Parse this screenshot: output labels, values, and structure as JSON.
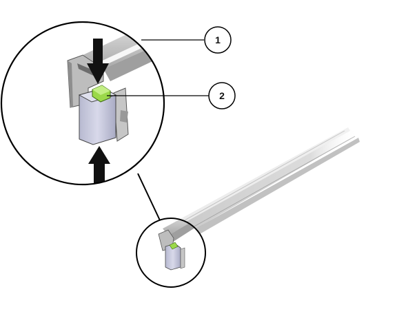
{
  "figure": {
    "description_type": "technical illustration",
    "callouts": [
      {
        "id": "callout-1",
        "label": "1"
      },
      {
        "id": "callout-2",
        "label": "2"
      }
    ],
    "colors": {
      "rail_light": "#e6e6e6",
      "rail_mid": "#c8c8c8",
      "rail_dark": "#8f8f8f",
      "latch_green": "#9bd94a",
      "latch_body": "#c9cbe0",
      "arrow": "#111111"
    }
  }
}
